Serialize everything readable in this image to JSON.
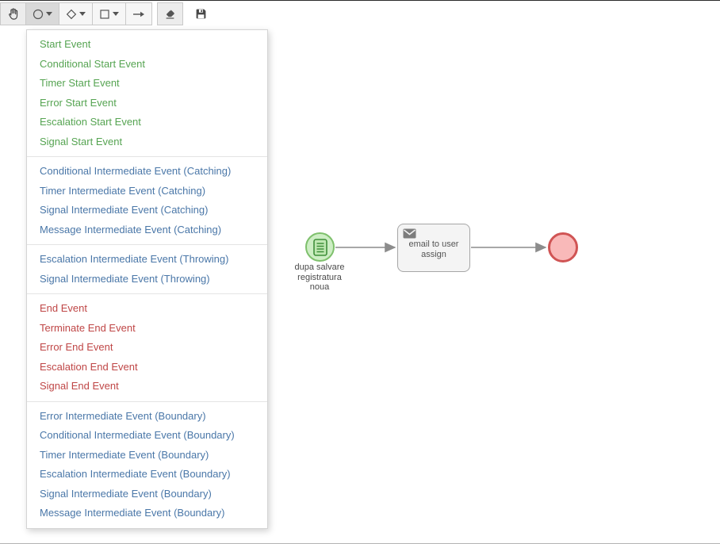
{
  "colors": {
    "menu_green": "#56a452",
    "menu_blue": "#4a77a8",
    "menu_red": "#bf4646",
    "start_fill": "#cdeec4",
    "start_stroke": "#7ec06c",
    "end_fill": "#f9b9b9",
    "end_stroke": "#d05454",
    "connector": "#8c8c8c"
  },
  "toolbar": {
    "buttons": [
      {
        "name": "hand-tool",
        "icon": "hand-icon"
      },
      {
        "name": "event-tool",
        "icon": "circle-icon",
        "caret": true,
        "active": true
      },
      {
        "name": "gateway-tool",
        "icon": "diamond-icon",
        "caret": true
      },
      {
        "name": "task-tool",
        "icon": "square-icon",
        "caret": true
      },
      {
        "name": "connection-tool",
        "icon": "arrow-icon"
      },
      {
        "name": "eraser-tool",
        "icon": "eraser-icon"
      },
      {
        "name": "save-tool",
        "icon": "save-icon"
      }
    ]
  },
  "menu": {
    "groups": [
      {
        "name": "start-events",
        "color": "green",
        "items": [
          "Start Event",
          "Conditional Start Event",
          "Timer Start Event",
          "Error Start Event",
          "Escalation Start Event",
          "Signal Start Event"
        ]
      },
      {
        "name": "intermediate-catching-events",
        "color": "blue",
        "items": [
          "Conditional Intermediate Event (Catching)",
          "Timer Intermediate Event (Catching)",
          "Signal Intermediate Event (Catching)",
          "Message Intermediate Event (Catching)"
        ]
      },
      {
        "name": "intermediate-throwing-events",
        "color": "blue",
        "items": [
          "Escalation Intermediate Event (Throwing)",
          "Signal Intermediate Event (Throwing)"
        ]
      },
      {
        "name": "end-events",
        "color": "red",
        "items": [
          "End Event",
          "Terminate End Event",
          "Error End Event",
          "Escalation End Event",
          "Signal End Event"
        ]
      },
      {
        "name": "intermediate-boundary-events",
        "color": "blue",
        "items": [
          "Error Intermediate Event (Boundary)",
          "Conditional Intermediate Event (Boundary)",
          "Timer Intermediate Event (Boundary)",
          "Escalation Intermediate Event (Boundary)",
          "Signal Intermediate Event (Boundary)",
          "Message Intermediate Event (Boundary)"
        ]
      }
    ]
  },
  "diagram": {
    "start_event": {
      "label_lines": [
        "dupa salvare",
        "registratura",
        "noua"
      ]
    },
    "task": {
      "label_lines": [
        "email to user",
        "assign"
      ]
    }
  }
}
